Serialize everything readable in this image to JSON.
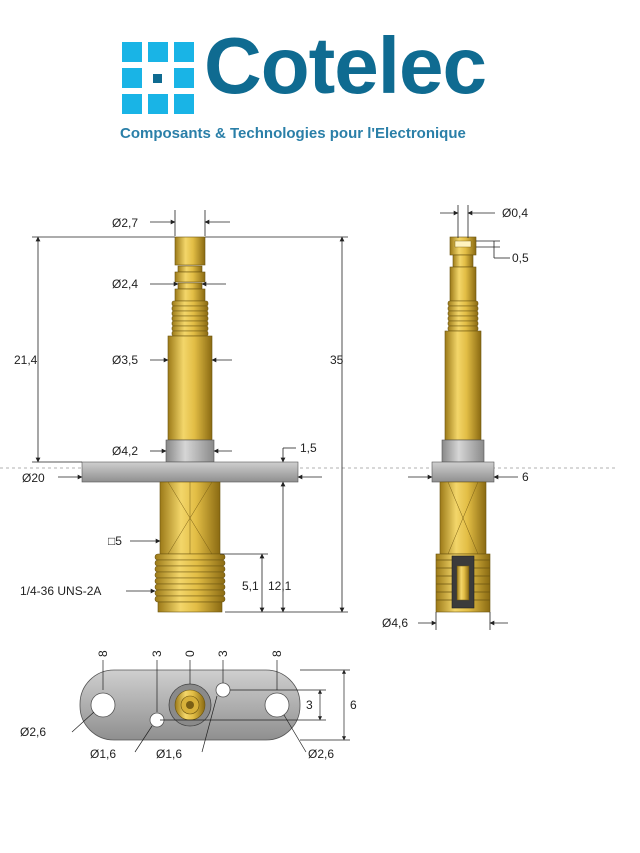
{
  "header": {
    "brand": "Cotelec",
    "tagline": "Composants & Technologies pour l'Electronique"
  },
  "colors": {
    "brand_dark": "#0f6b91",
    "brand_light": "#19b4e6",
    "gold": "#d9b43a",
    "gray": "#b8b8b8"
  },
  "drawing": {
    "left_view": {
      "d_top": "Ø2,7",
      "d_groove": "Ø2,4",
      "d_body": "Ø3,5",
      "d_collar": "Ø4,2",
      "d_flange": "Ø20",
      "square": "□5",
      "thread": "1/4-36 UNS-2A",
      "h_upper": "21,4",
      "h_total": "35",
      "flange_th": "1,5",
      "thread_len": "5,1",
      "lower_len": "12,1"
    },
    "right_view": {
      "d_tip": "Ø0,4",
      "tip_depth": "0,5",
      "flange_h": "6",
      "d_bottom": "Ø4,6"
    },
    "bottom_view": {
      "pos_left": "8",
      "pos_mid_left": "3",
      "pos_center": "0",
      "pos_mid_right": "3",
      "pos_right": "8",
      "hole_left": "Ø2,6",
      "hole_small_left": "Ø1,6",
      "hole_small_center": "Ø1,6",
      "hole_right": "Ø2,6",
      "height_inner": "3",
      "height_outer": "6"
    }
  }
}
